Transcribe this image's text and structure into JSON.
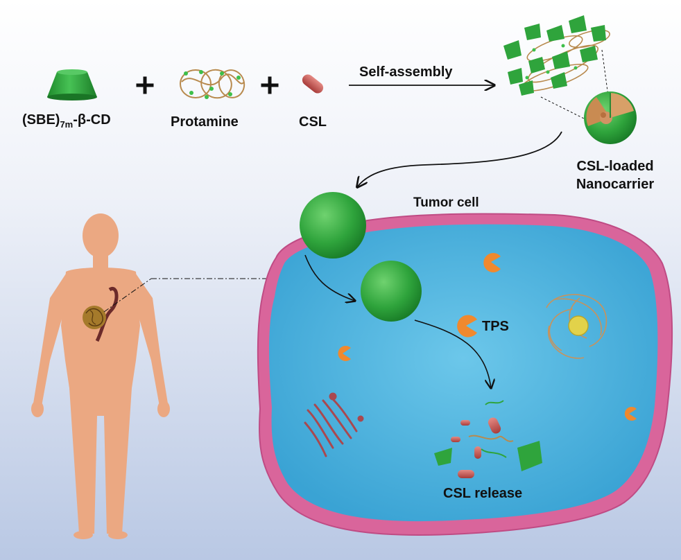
{
  "labels": {
    "sbe_prefix": "(SBE)",
    "sbe_sub": "7m",
    "sbe_suffix": "-β-CD",
    "protamine": "Protamine",
    "csl": "CSL",
    "plus": "+",
    "self_assembly": "Self-assembly",
    "nanocarrier_line1": "CSL-loaded",
    "nanocarrier_line2": "Nanocarrier",
    "tumor_cell": "Tumor cell",
    "tps": "TPS",
    "csl_release": "CSL release"
  },
  "colors": {
    "background_top": "#ffffff",
    "background_bottom": "#bccbe6",
    "cyclodextrin_green": "#2fa43c",
    "nanoparticle_green": "#3bb54a",
    "cell_membrane": "#d9659b",
    "cytoplasm": "#4ab0dd",
    "body_skin": "#eba882",
    "csl_capsule": "#c4504f",
    "tps_orange": "#f0892e",
    "protamine_strand": "#b88a4e"
  },
  "icons": {
    "cyclodextrin": "truncated-cone-icon",
    "protamine": "coiled-strand-icon",
    "csl": "capsule-icon",
    "nanocarrier": "cutaway-sphere-icon",
    "tps": "pacman-enzyme-icon",
    "tumor": "tumor-mass-icon"
  }
}
